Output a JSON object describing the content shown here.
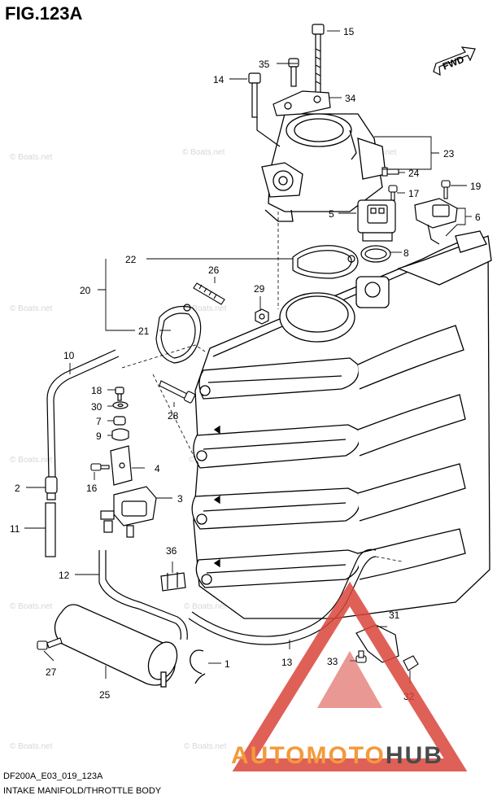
{
  "figure": {
    "title": "FIG.123A",
    "code": "DF200A_E03_019_123A",
    "description": "INTAKE MANIFOLD/THROTTLE BODY"
  },
  "direction_label": "FWD",
  "watermark": "© Boats.net",
  "logo": {
    "part1": "AUTO",
    "part2": "MOTO",
    "part3": "HUB"
  },
  "colors": {
    "logo_orange": "#f39a3a",
    "logo_red": "#d9443a",
    "logo_dark": "#4a4a4a",
    "watermark": "#d6d6d6"
  },
  "callouts": {
    "c15": "15",
    "c35": "35",
    "c14": "14",
    "c34": "34",
    "c23": "23",
    "c24": "24",
    "c17": "17",
    "c19": "19",
    "c5": "5",
    "c6": "6",
    "c22": "22",
    "c8": "8",
    "c26": "26",
    "c20": "20",
    "c29": "29",
    "c21": "21",
    "c10": "10",
    "c18": "18",
    "c30": "30",
    "c7": "7",
    "c9": "9",
    "c28": "28",
    "c4": "4",
    "c2": "2",
    "c16": "16",
    "c3": "3",
    "c11": "11",
    "c36": "36",
    "c12": "12",
    "c31": "31",
    "c27": "27",
    "c1": "1",
    "c33": "33",
    "c13": "13",
    "c25": "25",
    "c32": "32"
  }
}
